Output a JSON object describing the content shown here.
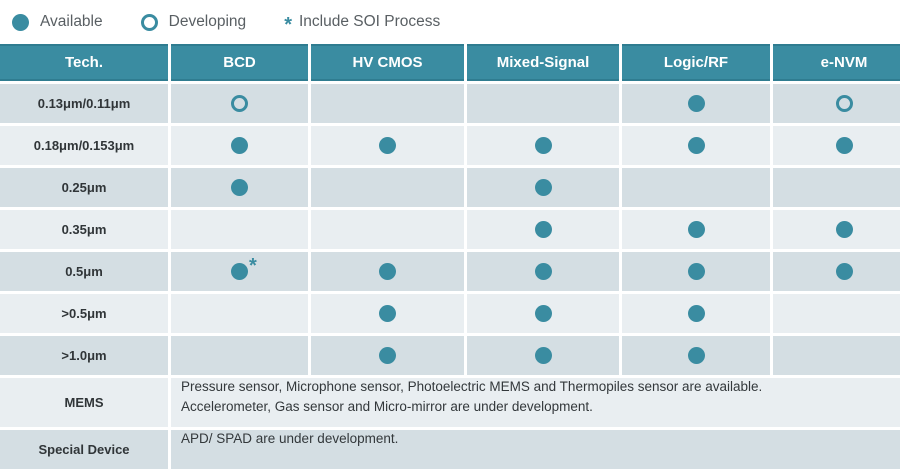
{
  "colors": {
    "teal": "#3a8ca1",
    "header_border": "#2f7c90",
    "row_dark": "#d4dee3",
    "row_light": "#e9eef1",
    "legend_text": "#595f63",
    "label_text": "#303538"
  },
  "legend": {
    "available_label": "Available",
    "developing_label": "Developing",
    "soi_star": "*",
    "soi_label": "Include SOI Process"
  },
  "table": {
    "columns": [
      "Tech.",
      "BCD",
      "HV CMOS",
      "Mixed-Signal",
      "Logic/RF",
      "e-NVM"
    ],
    "rows": [
      {
        "label": "0.13μm/0.11μm",
        "cells": [
          "developing",
          "none",
          "none",
          "available",
          "developing"
        ]
      },
      {
        "label": "0.18μm/0.153μm",
        "cells": [
          "available",
          "available",
          "available",
          "available",
          "available"
        ]
      },
      {
        "label": "0.25μm",
        "cells": [
          "available",
          "none",
          "available",
          "none",
          "none"
        ]
      },
      {
        "label": "0.35μm",
        "cells": [
          "none",
          "none",
          "available",
          "available",
          "available"
        ]
      },
      {
        "label": "0.5μm",
        "cells": [
          "available-soi",
          "available",
          "available",
          "available",
          "available"
        ]
      },
      {
        "label": ">0.5μm",
        "cells": [
          "none",
          "available",
          "available",
          "available",
          "none"
        ]
      },
      {
        "label": ">1.0μm",
        "cells": [
          "none",
          "available",
          "available",
          "available",
          "none"
        ]
      }
    ],
    "text_rows": [
      {
        "label": "MEMS",
        "lines": [
          "Pressure sensor, Microphone sensor, Photoelectric MEMS and Thermopiles sensor are available.",
          "Accelerometer, Gas sensor and Micro-mirror are under development."
        ]
      },
      {
        "label": "Special Device",
        "lines": [
          "APD/ SPAD are under development."
        ]
      }
    ]
  },
  "chart_data": {
    "type": "table",
    "title": "",
    "legend": [
      "Available",
      "Developing",
      "* Include SOI Process"
    ],
    "columns": [
      "Tech.",
      "BCD",
      "HV CMOS",
      "Mixed-Signal",
      "Logic/RF",
      "e-NVM"
    ],
    "rows": [
      [
        "0.13μm/0.11μm",
        "Developing",
        "",
        "",
        "Available",
        "Developing"
      ],
      [
        "0.18μm/0.153μm",
        "Available",
        "Available",
        "Available",
        "Available",
        "Available"
      ],
      [
        "0.25μm",
        "Available",
        "",
        "Available",
        "",
        ""
      ],
      [
        "0.35μm",
        "",
        "",
        "Available",
        "Available",
        "Available"
      ],
      [
        "0.5μm",
        "Available (Include SOI Process)",
        "Available",
        "Available",
        "Available",
        "Available"
      ],
      [
        ">0.5μm",
        "",
        "Available",
        "Available",
        "Available",
        ""
      ],
      [
        ">1.0μm",
        "",
        "Available",
        "Available",
        "Available",
        ""
      ],
      [
        "MEMS",
        "Pressure sensor, Microphone sensor, Photoelectric MEMS and Thermopiles sensor are available. Accelerometer, Gas sensor and Micro-mirror are under development."
      ],
      [
        "Special Device",
        "APD/ SPAD are under development."
      ]
    ]
  }
}
